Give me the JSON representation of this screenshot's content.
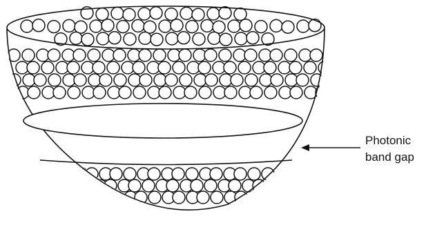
{
  "diagram": {
    "annotation_line1": "Photonic",
    "annotation_line2": "band gap",
    "stroke_color": "#111111",
    "fill_color": "#ffffff",
    "icon": "hemispherical-bowl-with-spheres"
  }
}
